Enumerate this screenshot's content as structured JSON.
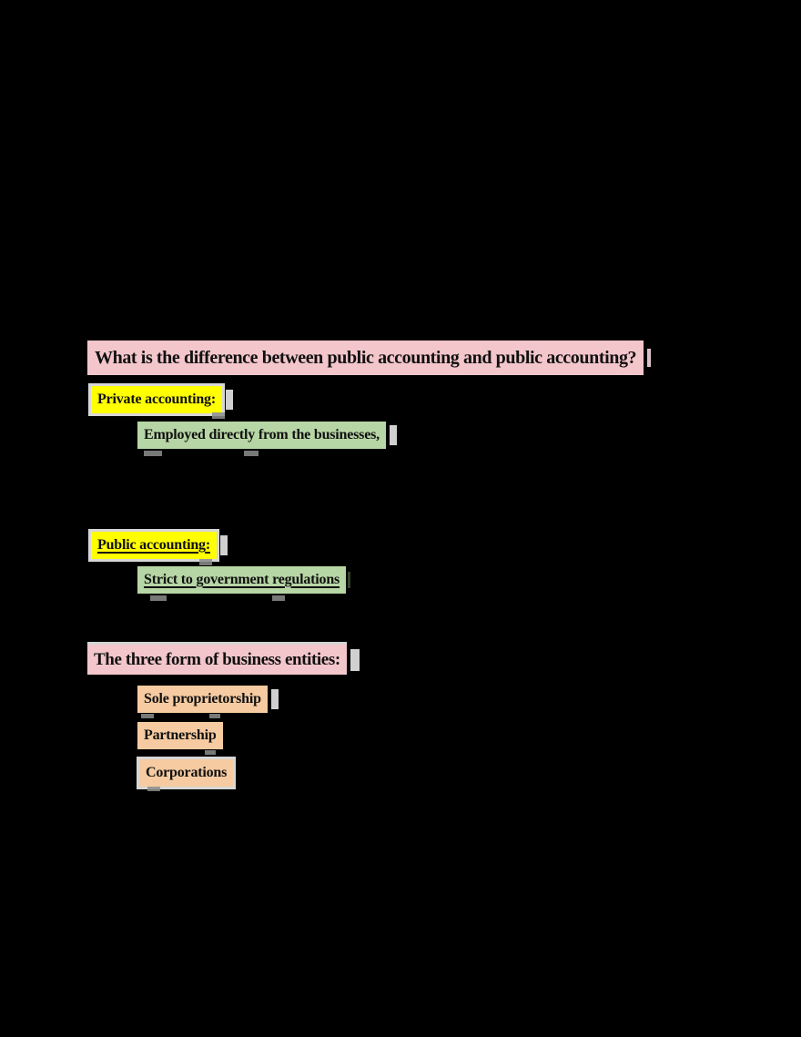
{
  "colors": {
    "page_bg": "#000000",
    "pink_highlight": "#f3c6cb",
    "yellow_highlight": "#ffff00",
    "green_highlight": "#b7d6a5",
    "peach_highlight": "#f6cba1",
    "text": "#101010",
    "selection_gray": "#d0d0d0",
    "heading_tail_pink": "#ddc3c7",
    "comment_anchor_dark": "#33402c",
    "artifact_gray": "#8d8d8d"
  },
  "document": {
    "question_heading": "What is the difference between public accounting and public accounting?",
    "private": {
      "heading": "Private accounting:",
      "detail": "Employed directly from the businesses,"
    },
    "public": {
      "heading": "Public accounting:",
      "detail": "Strict to government regulations"
    },
    "entities": {
      "heading": "The three form of business entities:",
      "items": [
        {
          "label": "Sole proprietorship"
        },
        {
          "label": "Partnership"
        },
        {
          "label": "Corporations"
        }
      ]
    }
  }
}
